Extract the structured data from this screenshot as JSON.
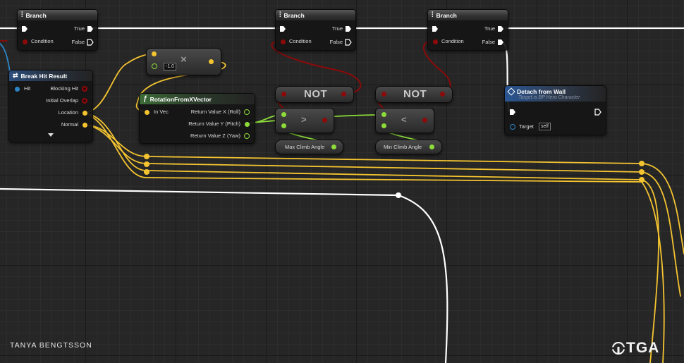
{
  "nodes": {
    "branch1": {
      "title": "Branch",
      "true": "True",
      "false": "False",
      "condition": "Condition"
    },
    "branch2": {
      "title": "Branch",
      "true": "True",
      "false": "False",
      "condition": "Condition"
    },
    "branch3": {
      "title": "Branch",
      "true": "True",
      "false": "False",
      "condition": "Condition"
    },
    "break_hit": {
      "title": "Break Hit Result",
      "hit": "Hit",
      "blocking_hit": "Blocking Hit",
      "initial_overlap": "Initial Overlap",
      "location": "Location",
      "normal": "Normal"
    },
    "multiply": {
      "value": "-1,0",
      "op": "×"
    },
    "rotation": {
      "title": "RotationFromXVector",
      "in_vec": "In Vec",
      "roll": "Return Value X (Roll)",
      "pitch": "Return Value Y (Pitch)",
      "yaw": "Return Value Z (Yaw)"
    },
    "not1": {
      "label": "NOT"
    },
    "not2": {
      "label": "NOT"
    },
    "greater": {
      "op": ">"
    },
    "less": {
      "op": "<"
    },
    "max_climb": {
      "label": "Max Climb Angle"
    },
    "min_climb": {
      "label": "Min Climb Angle"
    },
    "detach": {
      "title": "Detach from Wall",
      "subtitle": "Target is BP Hero Character",
      "target": "Target",
      "self": "self"
    }
  },
  "colors": {
    "exec": "#ffffff",
    "bool": "#8c0a0a",
    "vector": "#f4c430",
    "float": "#8ddc3a",
    "object": "#2b86c8"
  },
  "watermark": "TANYA BENGTSSON",
  "logo": "TGA"
}
